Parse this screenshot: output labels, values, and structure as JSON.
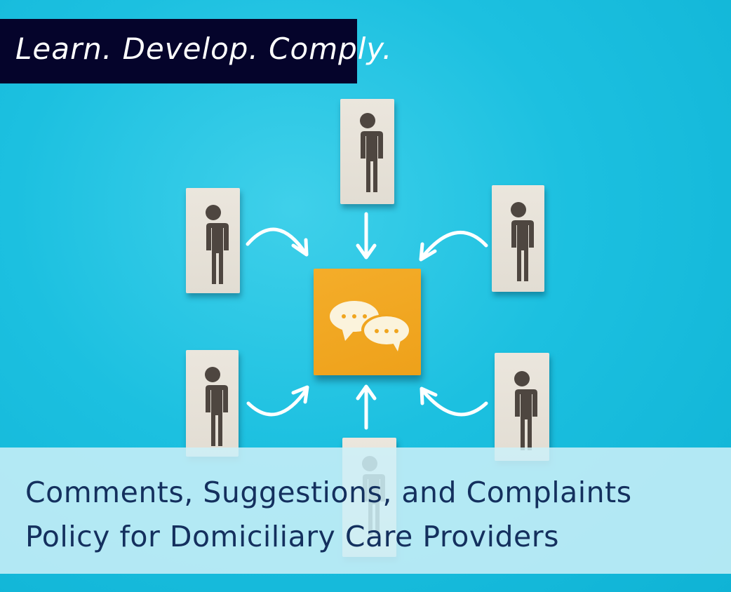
{
  "banner": {
    "tagline": "Learn. Develop. Comply."
  },
  "title": {
    "line1": "Comments, Suggestions, and Complaints",
    "line2": "Policy for Domiciliary Care Providers"
  },
  "illustration": {
    "center_icon": "speech-bubbles-icon",
    "person_blocks": 6,
    "colors": {
      "background": "#1cc0e0",
      "center_block": "#f0a51f",
      "banner": "#05042b",
      "title_text": "#14305e",
      "overlay": "#cdf0f8"
    }
  }
}
